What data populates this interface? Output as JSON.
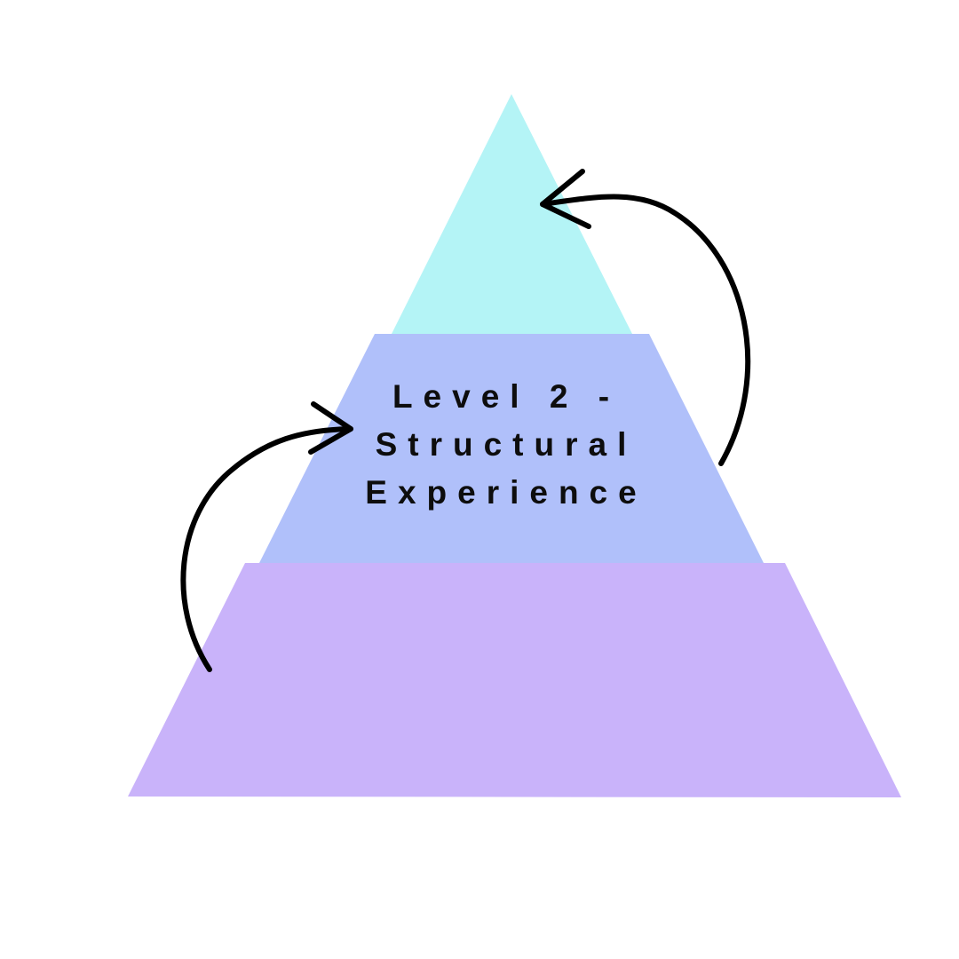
{
  "diagram": {
    "type": "pyramid",
    "tiers": [
      {
        "level": "top",
        "color": "#b4f4f6",
        "label": ""
      },
      {
        "level": "middle",
        "color": "#b0c0fa",
        "label": "Level 2 -\nStructural\nExperience"
      },
      {
        "level": "bottom",
        "color": "#c9b3fa",
        "label": ""
      }
    ],
    "arrows": [
      {
        "from": "middle",
        "to": "top",
        "side": "right",
        "color": "#000000"
      },
      {
        "from": "bottom",
        "to": "middle",
        "side": "left",
        "color": "#000000"
      }
    ],
    "label_color": "#0d0d0d"
  }
}
